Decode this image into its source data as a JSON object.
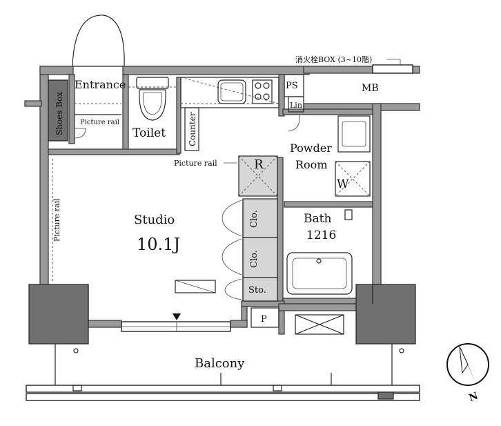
{
  "labels": {
    "entrance": "Entrance",
    "shoes_box": "Shoes Box",
    "picture_rail_entrance": "Picture rail",
    "toilet": "Toilet",
    "counter": "Counter",
    "ps": "PS",
    "lin": "Lin",
    "mb": "MB",
    "fire_hydrant_box": "消火栓BOX (3~10階)",
    "powder_room_line1": "Powder",
    "powder_room_line2": "Room",
    "picture_rail_mid": "Picture rail",
    "refrigerator": "R",
    "washer": "W",
    "studio": "Studio",
    "studio_size": "10.1J",
    "picture_rail_left": "Picture rail",
    "closet1": "Clo.",
    "closet2": "Clo.",
    "storage": "Sto.",
    "bath": "Bath",
    "bath_size": "1216",
    "p": "P",
    "balcony": "Balcony",
    "north": "N"
  },
  "colors": {
    "wall": "#9a9a9a",
    "dark_wall": "#707070",
    "line": "#222222",
    "background": "#ffffff"
  }
}
